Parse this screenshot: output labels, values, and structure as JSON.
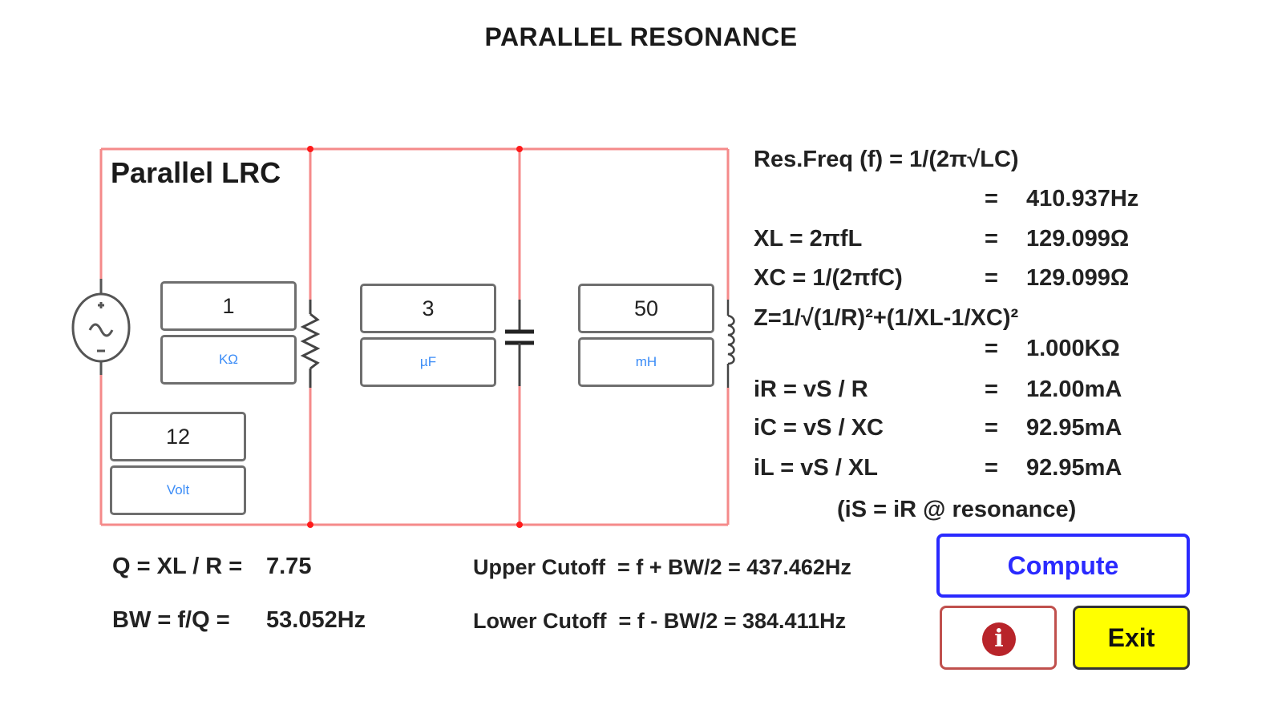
{
  "header": {
    "title": "PARALLEL RESONANCE"
  },
  "circuit": {
    "title": "Parallel LRC",
    "wire_color": "#f58a8a",
    "node_color": "#ff1a1a",
    "resistor": {
      "value": "1",
      "unit": "KΩ"
    },
    "capacitor": {
      "value": "3",
      "unit": "µF"
    },
    "inductor": {
      "value": "50",
      "unit": "mH"
    },
    "source": {
      "value": "12",
      "unit": "Volt"
    }
  },
  "results": {
    "res_freq_formula": "Res.Freq (f) = 1/(2π√LC)",
    "res_freq_value": "410.937Hz",
    "xl_formula": "XL = 2πfL",
    "xl_value": "129.099Ω",
    "xc_formula": "XC = 1/(2πfC)",
    "xc_value": "129.099Ω",
    "z_formula": "Z=1/√(1/R)²+(1/XL-1/XC)²",
    "z_value": "1.000KΩ",
    "ir_formula": "iR = vS / R",
    "ir_value": "12.00mA",
    "ic_formula": "iC = vS / XC",
    "ic_value": "92.95mA",
    "il_formula": "iL = vS / XL",
    "il_value": "92.95mA",
    "note": "(iS = iR @ resonance)",
    "equals": "="
  },
  "summary": {
    "q_label": "Q = XL / R =",
    "q_value": "7.75",
    "bw_label": "BW = f/Q =",
    "bw_value": "53.052Hz",
    "upper_cutoff": "Upper Cutoff  = f + BW/2 = 437.462Hz",
    "lower_cutoff": "Lower Cutoff  = f - BW/2 = 384.411Hz"
  },
  "buttons": {
    "compute": "Compute",
    "info_icon": "i",
    "exit": "Exit",
    "compute_color": "#2a2aff",
    "info_color": "#b8242a",
    "exit_color": "#ffff00"
  }
}
